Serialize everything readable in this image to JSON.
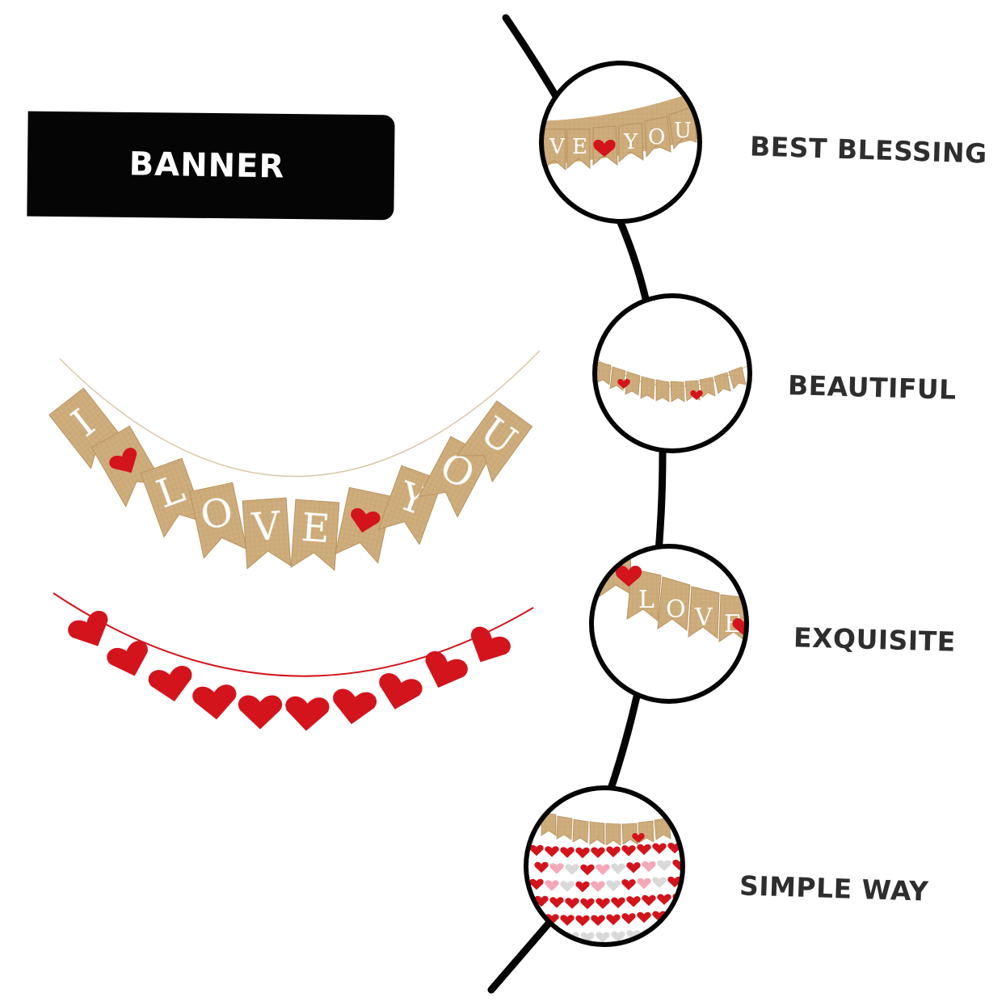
{
  "title": "BANNER",
  "features": [
    {
      "label": "BEST BLESSING"
    },
    {
      "label": "BEAUTIFUL"
    },
    {
      "label": "EXQUISITE"
    },
    {
      "label": "SIMPLE WAY"
    }
  ],
  "banner_letters": [
    "I",
    "heart",
    "L",
    "O",
    "V",
    "E",
    "heart",
    "Y",
    "O",
    "U"
  ],
  "colors": {
    "burlap": "#cfae7e",
    "burlap_dark": "#b8935f",
    "heart_red": "#d3141c",
    "line": "#050505",
    "label": "#2e2e2e",
    "pink": "#f4a8b8",
    "grey_heart": "#d9d9d9"
  },
  "icons": [
    "heart-icon",
    "banner-flag-icon"
  ]
}
